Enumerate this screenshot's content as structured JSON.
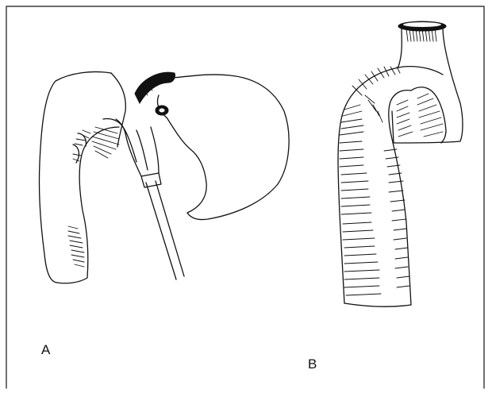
{
  "figure": {
    "panels": [
      {
        "id": "A",
        "label": "A"
      },
      {
        "id": "B",
        "label": "B"
      }
    ],
    "colors": {
      "ink": "#111111",
      "background": "#ffffff",
      "border": "#222222"
    }
  }
}
